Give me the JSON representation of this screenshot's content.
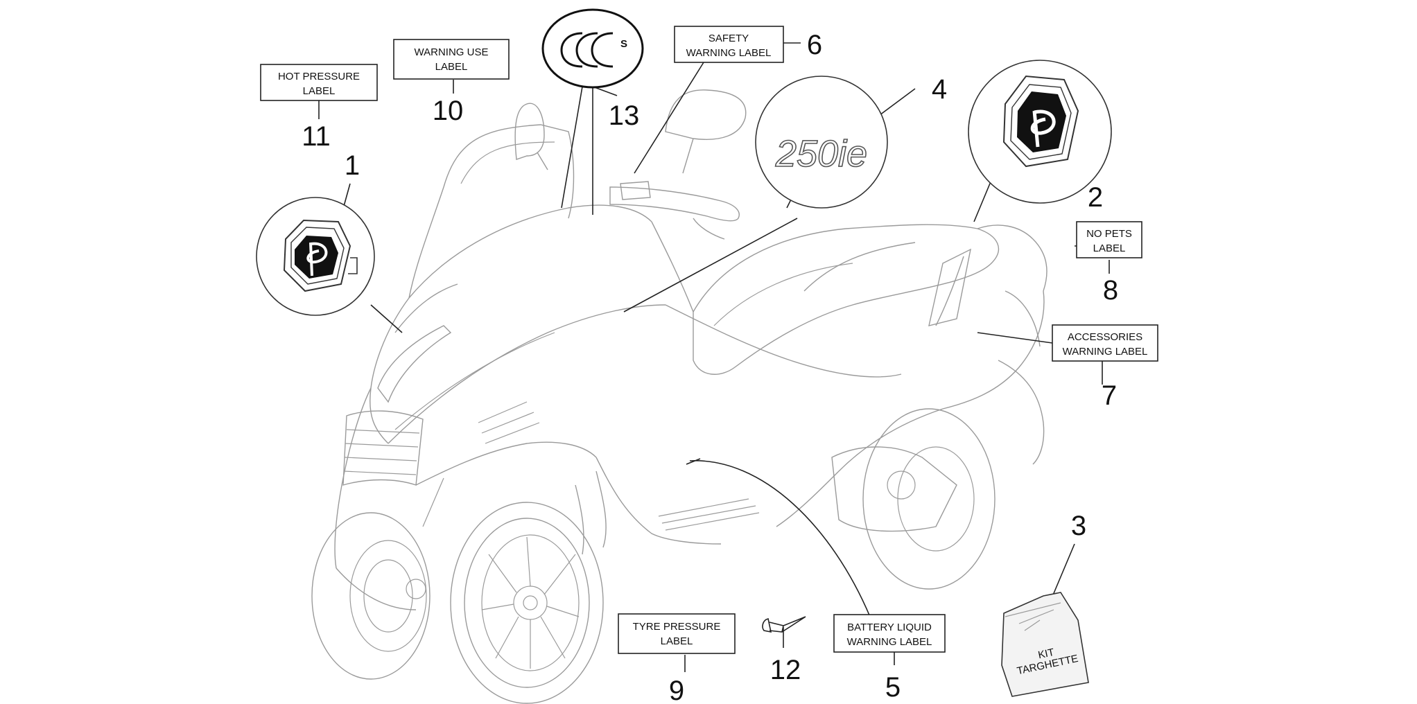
{
  "labels": {
    "l11": [
      "HOT PRESSURE",
      "LABEL"
    ],
    "l10": [
      "WARNING USE",
      "LABEL"
    ],
    "l6": [
      "SAFETY",
      "WARNING LABEL"
    ],
    "l8": [
      "NO PETS",
      "LABEL"
    ],
    "l7": [
      "ACCESSORIES",
      "WARNING LABEL"
    ],
    "l9": [
      "TYRE PRESSURE",
      "LABEL"
    ],
    "l5": [
      "BATTERY LIQUID",
      "WARNING LABEL"
    ]
  },
  "numbers": {
    "n1": "1",
    "n2": "2",
    "n3": "3",
    "n4": "4",
    "n5": "5",
    "n6": "6",
    "n7": "7",
    "n8": "8",
    "n9": "9",
    "n10": "10",
    "n11": "11",
    "n12": "12",
    "n13": "13"
  },
  "ccc": {
    "mark": "CCC",
    "suffix": "S"
  },
  "model_badge": "250ie",
  "kit_bag": [
    "KIT",
    "TARGHETTE"
  ]
}
